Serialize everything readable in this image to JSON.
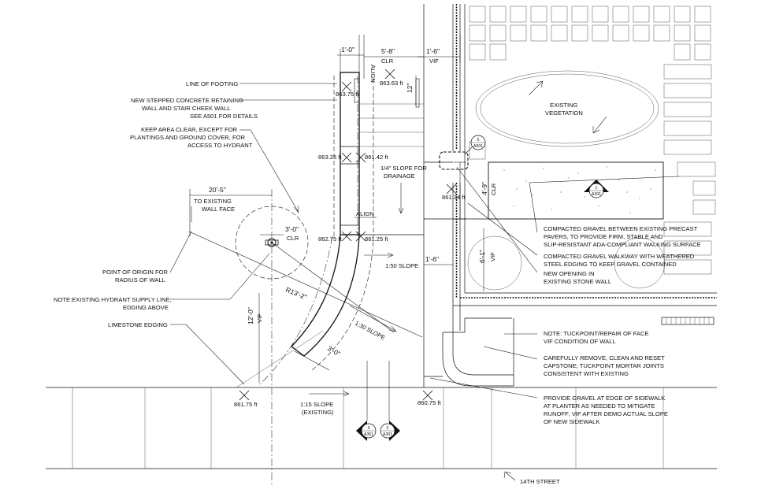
{
  "notes": {
    "line_of_footing": "LINE OF FOOTING",
    "retaining_wall": [
      "NEW STEPPED CONCRETE RETAINING",
      "WALL AND STAIR CHEEK WALL",
      "SEE A501 FOR DETAILS"
    ],
    "keep_clear": [
      "KEEP AREA CLEAR, EXCEPT FOR",
      "PLANTINGS AND GROUND COVER, FOR",
      "ACCESS TO HYDRANT"
    ],
    "point_of_origin": [
      "POINT OF ORIGIN FOR",
      "RADIUS OF WALL"
    ],
    "hydrant_supply": [
      "NOTE:EXISTING HYDRANT SUPPLY LINE,",
      "EDGING ABOVE"
    ],
    "limestone": "LIMESTONE EDGING",
    "existing_vegetation": [
      "EXISTING",
      "VEGETATION"
    ],
    "compacted_gravel_pavers": [
      "COMPACTED GRAVEL BETWEEN EXISTING PRECAST",
      "PAVERS, TO PROVIDE FIRM, STABLE AND",
      "SLIP-RESISTANT ADA-COMPLIANT WALKING SURFACE"
    ],
    "compacted_gravel_walkway": [
      "COMPACTED GRAVEL WALKWAY WITH WEATHERED",
      "STEEL EDGING TO KEEP GRAVEL CONTAINED"
    ],
    "new_opening": [
      "NEW OPENING IN",
      "EXISTING STONE WALL"
    ],
    "tuckpoint": [
      "NOTE: TUCKPOINT/REPAIR OF FACE",
      "VIF CONDITION OF WALL"
    ],
    "capstone": [
      "CAREFULLY REMOVE, CLEAN AND RESET",
      "CAPSTONE; TUCKPOINT MORTAR JOINTS",
      "CONSISTENT WITH EXISTING"
    ],
    "sidewalk_gravel": [
      "PROVIDE GRAVEL AT EDGE OF SIDEWALK",
      "AT PLANTER AS NEEDED TO MITIGATE",
      "RUNOFF; VIF AFTER DEMO ACTUAL SLOPE",
      "OF NEW SIDEWALK"
    ],
    "slope_quarter": [
      "1/4\" SLOPE FOR",
      "DRAINAGE"
    ],
    "slope_50": "1:50 SLOPE",
    "slope_30": "1:30 SLOPE",
    "slope_15": [
      "1:15 SLOPE",
      "(EXISTING)"
    ],
    "street": "14TH STREET",
    "align_top": "ALIGN",
    "align_mid": "ALIGN",
    "radius": "R13'-2\"",
    "to_existing": [
      "TO EXISTING",
      "WALL FACE"
    ]
  },
  "dimensions": {
    "d_1_0": "1'-0\"",
    "d_5_8": "5'-8\"",
    "d_5_8_note": "CLR",
    "d_1_6_top": "1'-6\"",
    "d_1_6_top_note": "VIF",
    "d_12": "12\"",
    "d_20_5": "20'-5\"",
    "d_3_0_clr": "3'-0\"",
    "d_3_0_clr_note": "CLR",
    "d_4_9": "4'-9\"",
    "d_4_9_note": "CLR",
    "d_6_1": "6'-1\"",
    "d_6_1_note": "VIF",
    "d_1_6_mid": "1'-6\"",
    "d_12_0": "12'-0\"",
    "d_12_0_note": "VIF",
    "d_3_0_curve": "3'-0\""
  },
  "elevations": {
    "e1": "863.75 ft",
    "e2": "863.63 ft",
    "e3": "863.25 ft",
    "e4": "861.42 ft",
    "e5": "861.34 ft",
    "e6": "862.75 ft",
    "e7": "861.25 ft",
    "e8": "861.75 ft",
    "e9": "860.75 ft"
  },
  "callouts": {
    "detail_5_num": "5",
    "detail_5_sheet": "A501",
    "section_1_num": "1",
    "section_1_sheet": "A301",
    "section_3_num": "3",
    "section_3_sheet": "A301",
    "section_2_num": "2",
    "section_2_sheet": "A301"
  }
}
